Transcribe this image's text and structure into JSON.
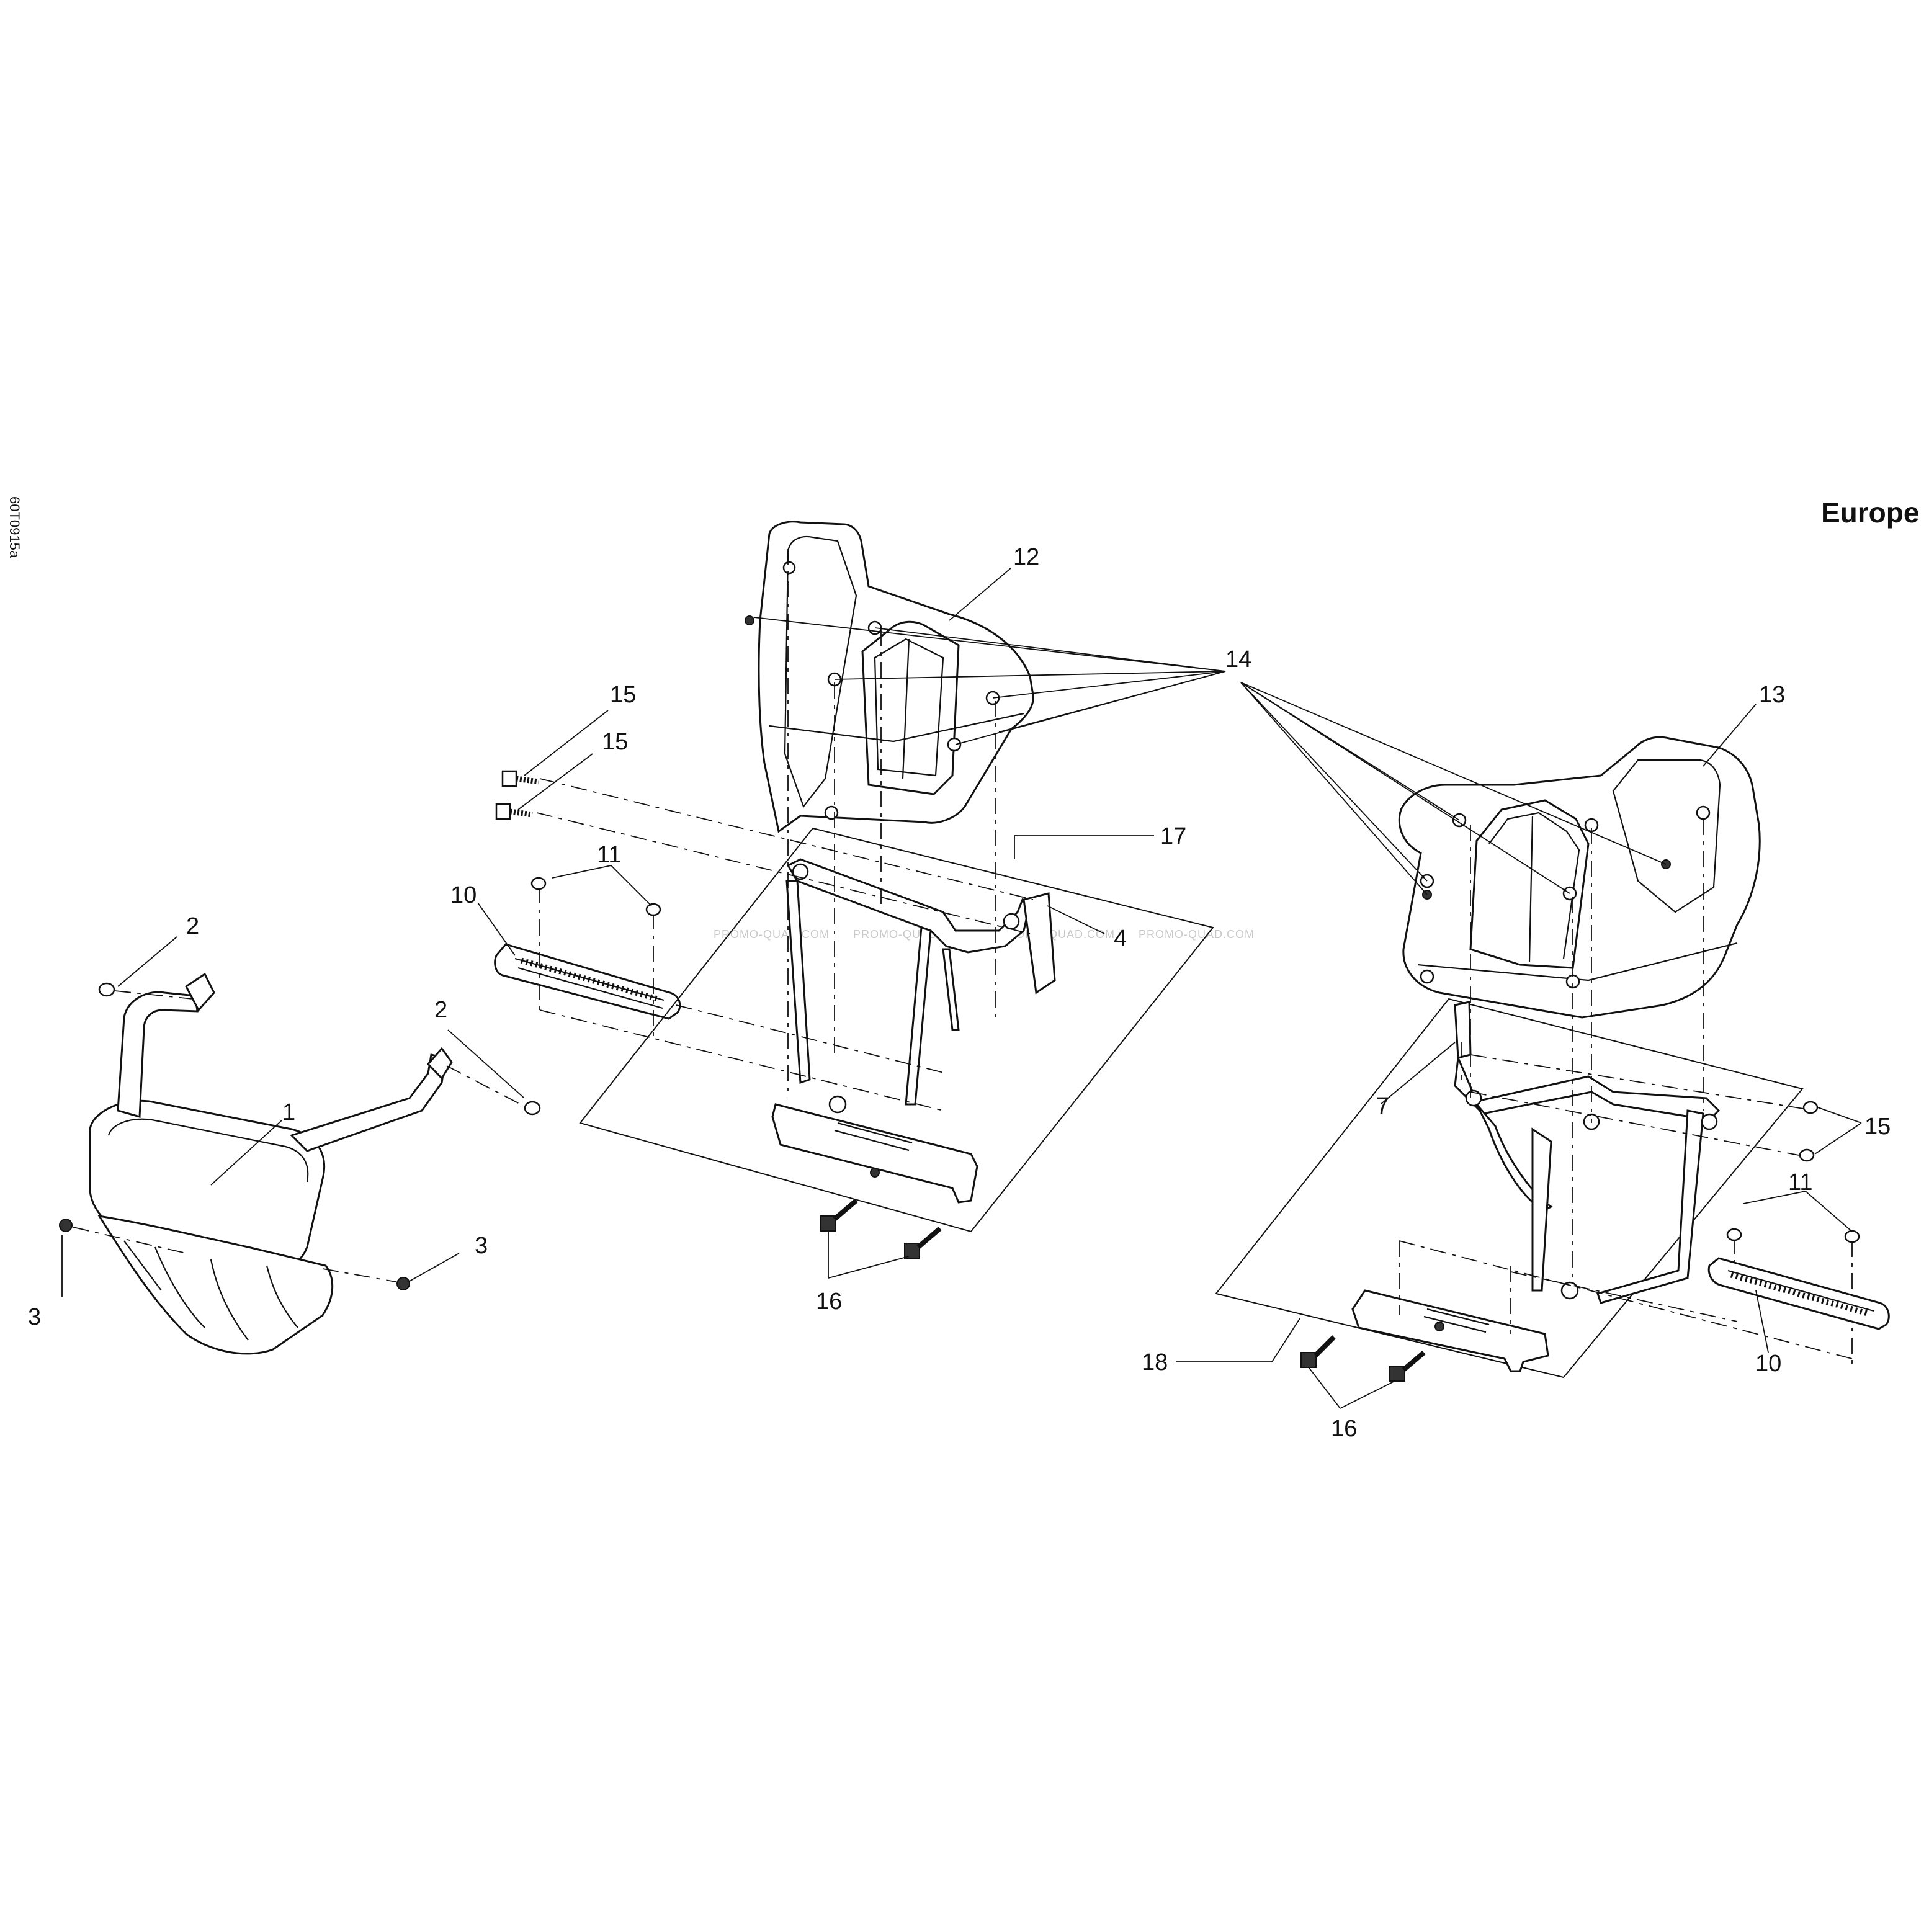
{
  "diagram": {
    "region_label": "Europe",
    "drawing_code": "60T0915a",
    "watermark": "PROMO-QUAD.COM",
    "callouts": [
      "1",
      "2",
      "2",
      "3",
      "3",
      "4",
      "7",
      "10",
      "10",
      "11",
      "11",
      "12",
      "13",
      "14",
      "15",
      "15",
      "15",
      "16",
      "16",
      "17",
      "18"
    ]
  }
}
